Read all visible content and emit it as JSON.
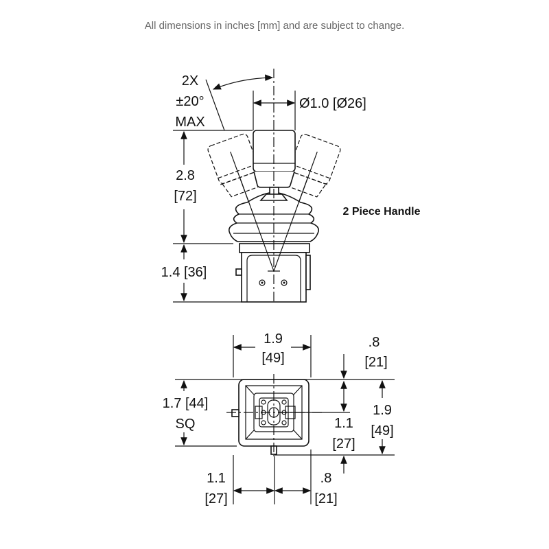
{
  "header": {
    "note": "All dimensions in inches [mm] and are subject to change."
  },
  "side_view": {
    "angle_count": "2X",
    "angle_value": "±20°",
    "angle_max": "MAX",
    "diameter": "Ø1.0 [Ø26]",
    "handle_height_in": "2.8",
    "handle_height_mm": "[72]",
    "base_height": "1.4 [36]",
    "handle_label": "2 Piece Handle"
  },
  "bottom_view": {
    "width_in": "1.9",
    "width_mm": "[49]",
    "offset_top_in": ".8",
    "offset_top_mm": "[21]",
    "square_in": "1.7 [44]",
    "square_suffix": "SQ",
    "height_in": "1.9",
    "height_mm": "[49]",
    "center_v_in": "1.1",
    "center_v_mm": "[27]",
    "center_h_in": "1.1",
    "center_h_mm": "[27]",
    "offset_right_in": ".8",
    "offset_right_mm": "[21]"
  }
}
